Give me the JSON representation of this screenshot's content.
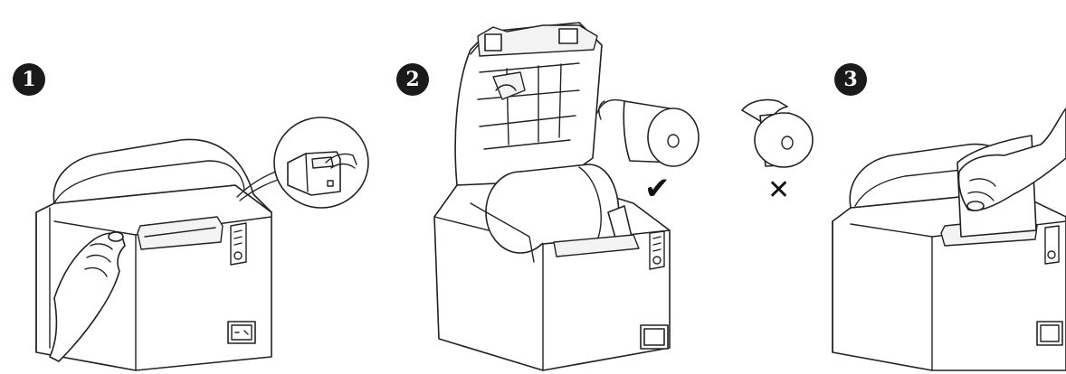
{
  "steps": [
    {
      "number": "1",
      "caption": ""
    },
    {
      "number": "2",
      "caption": ""
    },
    {
      "number": "3",
      "caption": ""
    }
  ],
  "marks": {
    "correct": "✔",
    "incorrect": "✕"
  },
  "colors": {
    "line": "#222222",
    "badge": "#1a1a1a",
    "background": "#ffffff"
  }
}
